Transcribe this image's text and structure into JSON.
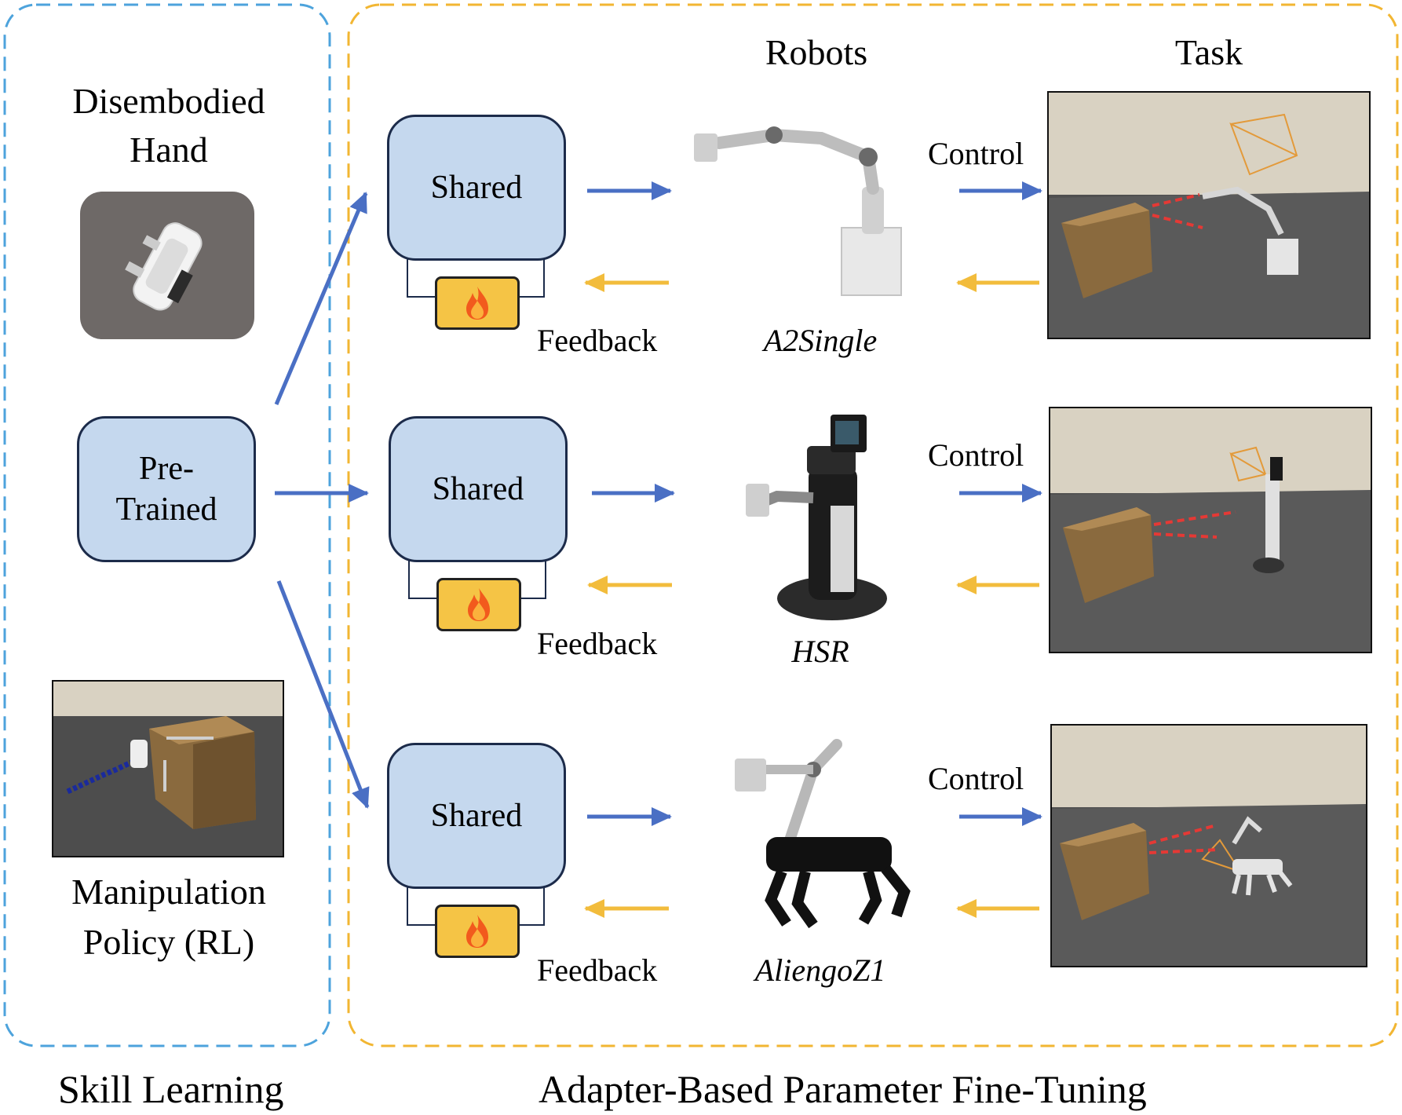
{
  "sections": {
    "left_label": "Skill Learning",
    "right_label": "Adapter-Based Parameter Fine-Tuning"
  },
  "headers": {
    "robots": "Robots",
    "task": "Task"
  },
  "left": {
    "hand_title_line1": "Disembodied",
    "hand_title_line2": "Hand",
    "pretrained_line1": "Pre-",
    "pretrained_line2": "Trained",
    "policy_line1": "Manipulation",
    "policy_line2": "Policy (RL)"
  },
  "rows": [
    {
      "shared": "Shared",
      "feedback": "Feedback",
      "robot": "A2Single",
      "control": "Control"
    },
    {
      "shared": "Shared",
      "feedback": "Feedback",
      "robot": "HSR",
      "control": "Control"
    },
    {
      "shared": "Shared",
      "feedback": "Feedback",
      "robot": "AliengoZ1",
      "control": "Control"
    }
  ],
  "colors": {
    "skill_border": "#4da3dc",
    "adapter_border": "#f2b632",
    "blue_arrow": "#4a6fc4",
    "yellow_arrow": "#f2bc3c",
    "box_fill": "#c5d8ee",
    "flame_fill": "#f5c445"
  },
  "icons": {
    "adapter": "fire-icon"
  }
}
